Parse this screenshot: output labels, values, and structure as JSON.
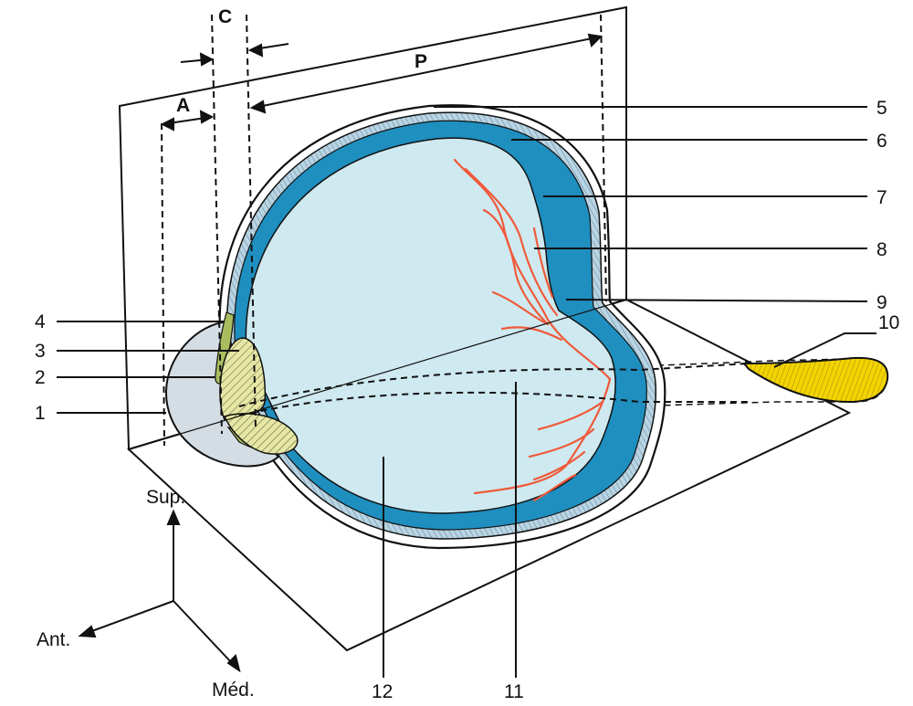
{
  "colors": {
    "vitreous": "#cfe9f0",
    "choroid_blue": "#1e8fbf",
    "sclera_stripe": "#9fc3d8",
    "vessels": "#ef5a3a",
    "lens": "#e6e7a5",
    "iris_ciliary": "#a9bd5e",
    "optic_nerve": "#f3d400",
    "anterior_chamber": "#d4dde4",
    "plane": "#ffffff",
    "lines": "#111111"
  },
  "regions": {
    "anterior": "A",
    "central": "C",
    "posterior": "P"
  },
  "callouts": [
    "1",
    "2",
    "3",
    "4",
    "5",
    "6",
    "7",
    "8",
    "9",
    "10",
    "11",
    "12"
  ],
  "orientation": {
    "superior": "Sup.",
    "anterior": "Ant.",
    "medial": "Méd."
  }
}
